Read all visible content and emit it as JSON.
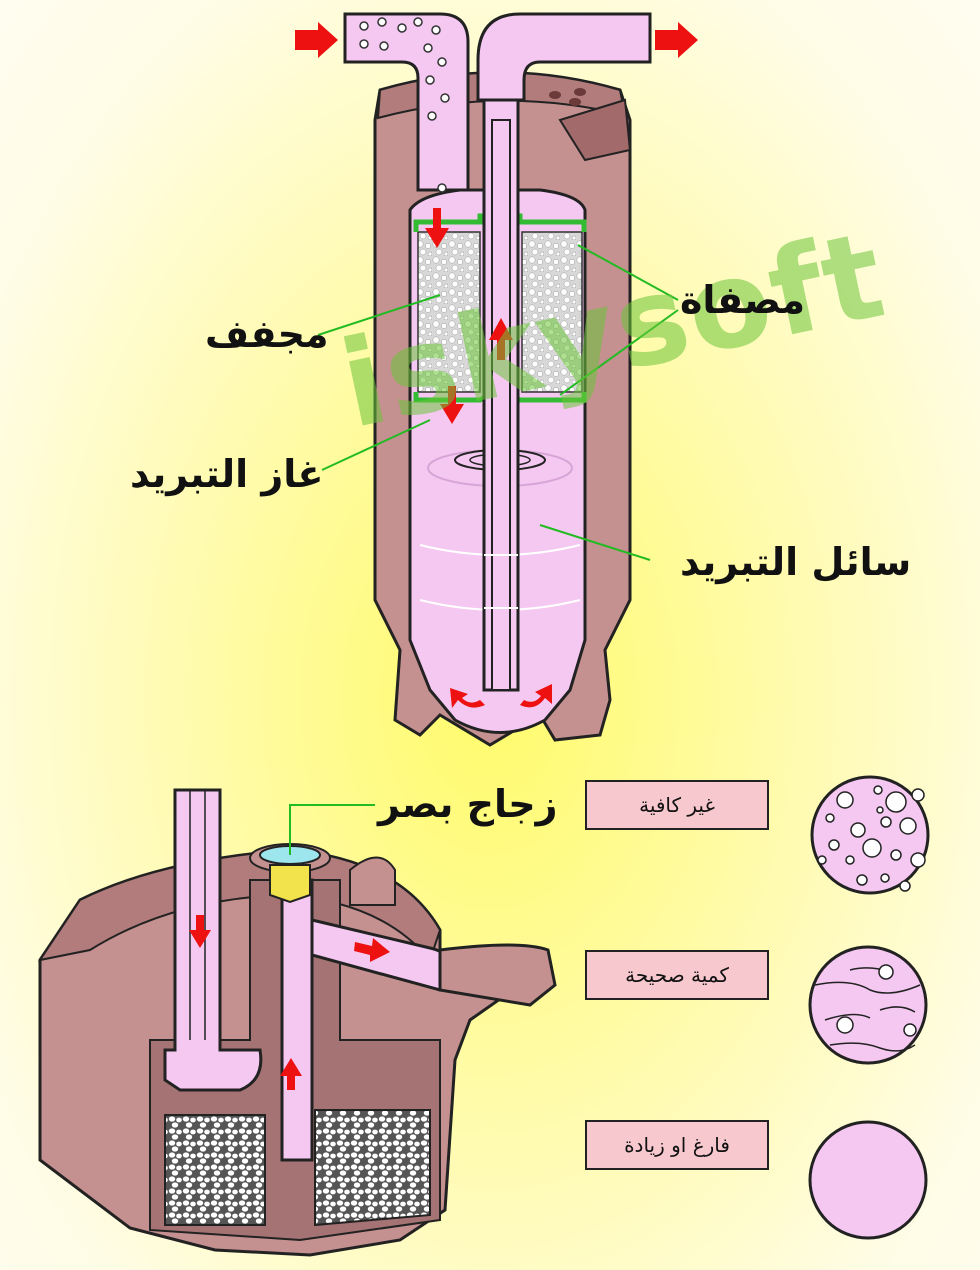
{
  "labels": {
    "filter": "مصفاة",
    "desiccant": "مجفف",
    "refrigerant_gas": "غاز التبريد",
    "refrigerant_liquid": "سائل التبريد",
    "sight_glass": "زجاج بصر"
  },
  "levels": [
    {
      "label": "غير كافية",
      "state": "insufficient"
    },
    {
      "label": "كمية صحيحة",
      "state": "correct"
    },
    {
      "label": "فارغ او زيادة",
      "state": "empty-or-excess"
    }
  ],
  "watermark": "iskysoft",
  "colors": {
    "body": "#c49090",
    "body_dark": "#8e5a5a",
    "pipe": "#f5c8f2",
    "arrow": "#ee1111",
    "filter_screen": "#33bb33",
    "sight_glass_yellow": "#f2e24c"
  }
}
